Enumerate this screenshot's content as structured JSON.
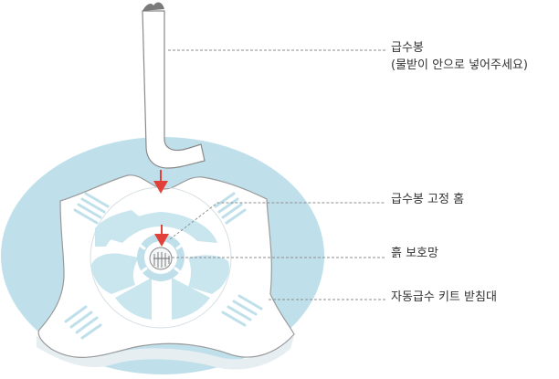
{
  "labels": {
    "wick": "급수봉",
    "wick_note": "(물받이 안으로 넣어주세요)",
    "wick_groove": "급수봉 고정 홈",
    "soil_guard": "흙 보호망",
    "kit_tray": "자동급수 키트 받침대"
  },
  "colors": {
    "water": "#bfe0ea",
    "tray": "#ffffff",
    "tray_outline": "#9a9a9a",
    "window": "#c9e6ef",
    "arrow": "#e2413a",
    "leader": "#8c8c8c",
    "text": "#333333"
  }
}
